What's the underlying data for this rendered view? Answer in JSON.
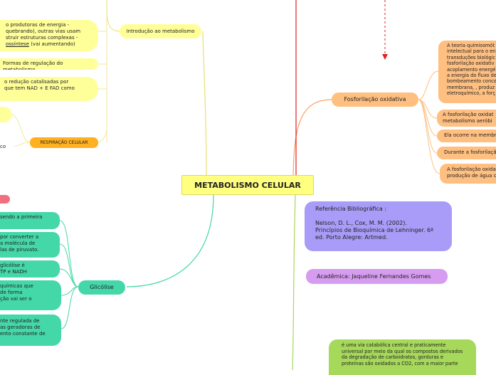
{
  "center": {
    "title": "METABOLISMO CELULAR"
  },
  "left": {
    "intro": "Introdução ao metabolismo",
    "energia": "o produtoras de energia -\nquebrando), outras vias usam\nstruir estruturas complexas -\nossíntese (vai aumentando)",
    "energia_underlined": "ossíntese",
    "formas": "Formas de regulação do metabolismo",
    "reducao": "o redução catalisadas por\nque tem NAD + E FAD como",
    "resp": "RESPIRAÇÃO CELULAR",
    "stub_co": "co",
    "glicolise": "Glicólise",
    "g1": "sendo a primeira",
    "g2": "por converter a\na molécula de\nlas de piruvato.",
    "g3": "glicólise é\nTP e NADH",
    "g4": "químicas que\nde forma\nção vai ser o",
    "g5": "nte regulada de\nas geradoras de\nento constante de"
  },
  "right": {
    "fosfo": "Fosforilação oxidativa",
    "f1": "A teoria quimiosmót\nintelectual para o en\ntransduções biológic\nfosforilação oxidativ\nacoplamento energé\na energia do fluxo de\nbombeamento conco\nmembrana, , produz\neletroquímico, a forç",
    "f2": "A fosforilação oxidat\nmetabolismo aeróbi",
    "f3": "Ela ocorre na membra",
    "f4": "Durante a fosforilaçã",
    "f5": "A fosforilação oxidat\nprodução de água c",
    "ref": "Referência Bibliográfica :\n\nNelson, D. L., Cox, M. M. (2002).\nPrincípios de Bioquímica de Lehninger. 6ª\ned. Porto Alegre: Artmed.",
    "acad": "Acadêmica: Jaqueline Fernandes Gomes",
    "via": "é uma via catabólica central e praticamente\nuniversal por meio da qual os compostos derivados\nda degradação de carboidratos, gorduras e\nproteínas são oxidados a CO2, com a maior parte"
  },
  "colors": {
    "yellow_node": "#ffff99",
    "orange_node": "#ffbf80",
    "green_node": "#44d7a8",
    "purple_ref": "#a89cf8",
    "purple_acad": "#d69cf0",
    "lime_node": "#a6d85a",
    "red_tag": "#f07080",
    "amber_tag": "#ffb020"
  }
}
